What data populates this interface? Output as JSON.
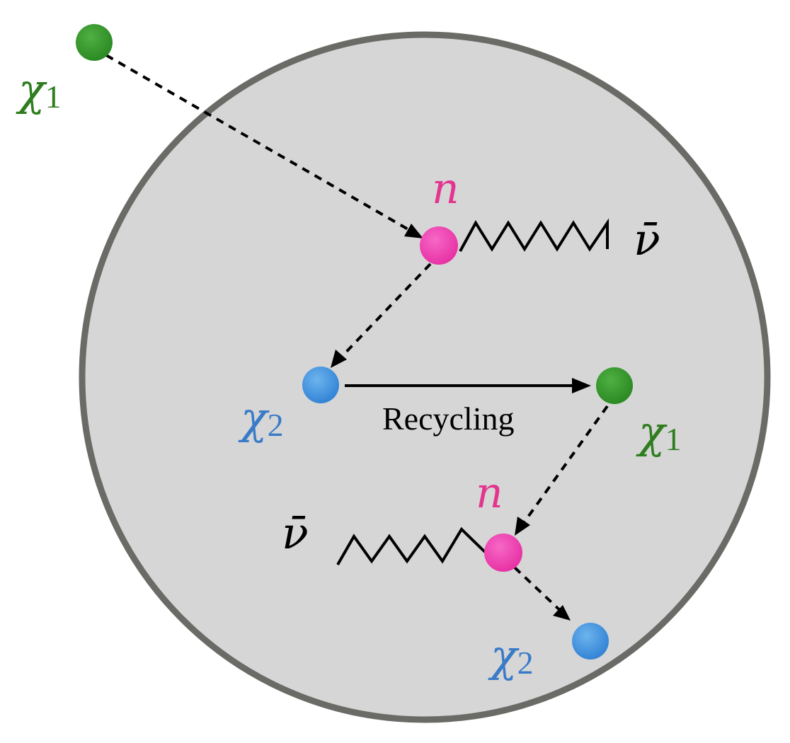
{
  "colors": {
    "background": "#ffffff",
    "region_fill": "#d6d6d6",
    "region_stroke": "#6a6a66",
    "chi1": "#2f8f27",
    "chi1_text": "#2e7d1e",
    "chi2": "#3f8fd8",
    "chi2_text": "#3a7bc8",
    "neutron": "#ee3fb0",
    "neutron_text": "#e3358f",
    "ink": "#000000"
  },
  "labels": {
    "chi1_outside": {
      "base": "χ",
      "sub": "1"
    },
    "chi1_inside": {
      "base": "χ",
      "sub": "1"
    },
    "chi2_upper": {
      "base": "χ",
      "sub": "2"
    },
    "chi2_lower": {
      "base": "χ",
      "sub": "2"
    },
    "neutron_upper": "n",
    "neutron_lower": "n",
    "antineutrino_upper": "ν̄",
    "antineutrino_lower": "ν̄",
    "recycling": "Recycling"
  },
  "icons": {
    "chi1_particle": "green-circle",
    "chi2_particle": "blue-circle",
    "neutron_particle": "pink-circle",
    "antineutrino_line": "zigzag-line",
    "scattering_arrow": "dashed-arrow",
    "recycling_arrow": "solid-arrow"
  }
}
